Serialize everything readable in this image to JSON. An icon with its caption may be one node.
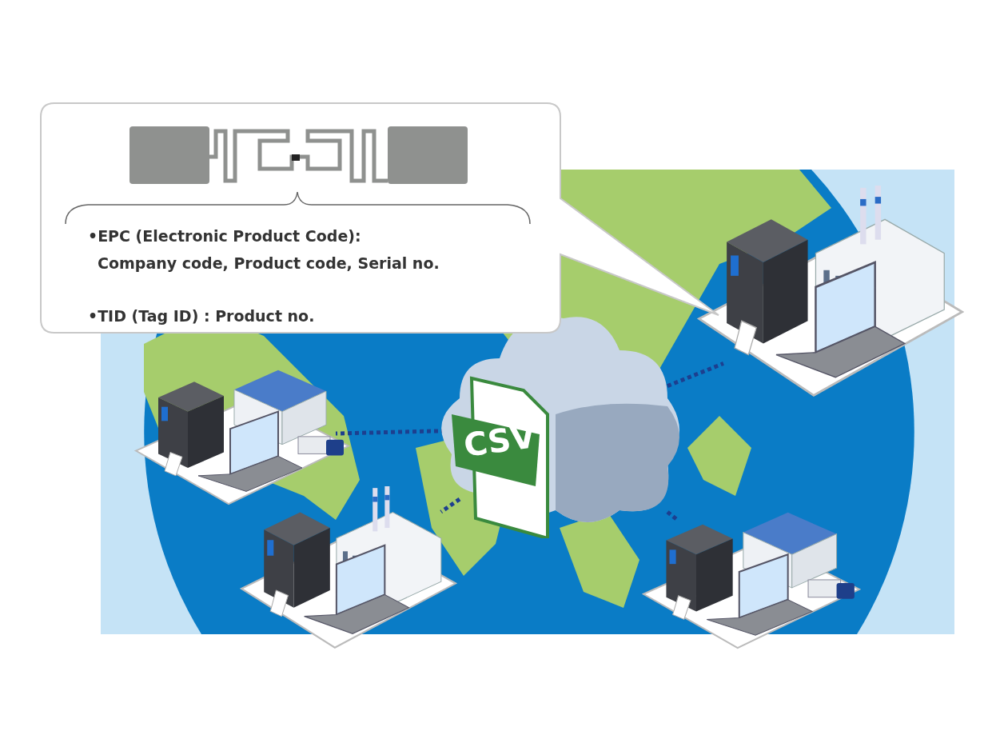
{
  "diagram": {
    "nodes": [
      {
        "text": [
          "•EPC (Electronic Product Code): Company code, Product code, Serial no.",
          "•TID (Tag ID) : Product no."
        ]
      },
      {
        "text": [],
        "shape": "picture"
      },
      {
        "text": [],
        "shape": "picture"
      },
      {
        "text": [
          "CSV"
        ]
      },
      {
        "text": [],
        "shape": "picture"
      },
      {
        "text": [],
        "shape": "picture"
      }
    ],
    "edges": [
      {
        "from": 3,
        "to": 1,
        "arrow": "none",
        "style": "dashed"
      },
      {
        "from": 3,
        "to": 2,
        "arrow": "none",
        "style": "dashed"
      },
      {
        "from": 3,
        "to": 4,
        "arrow": "none",
        "style": "dashed"
      },
      {
        "from": 3,
        "to": 5,
        "arrow": "none",
        "style": "dashed"
      }
    ]
  }
}
